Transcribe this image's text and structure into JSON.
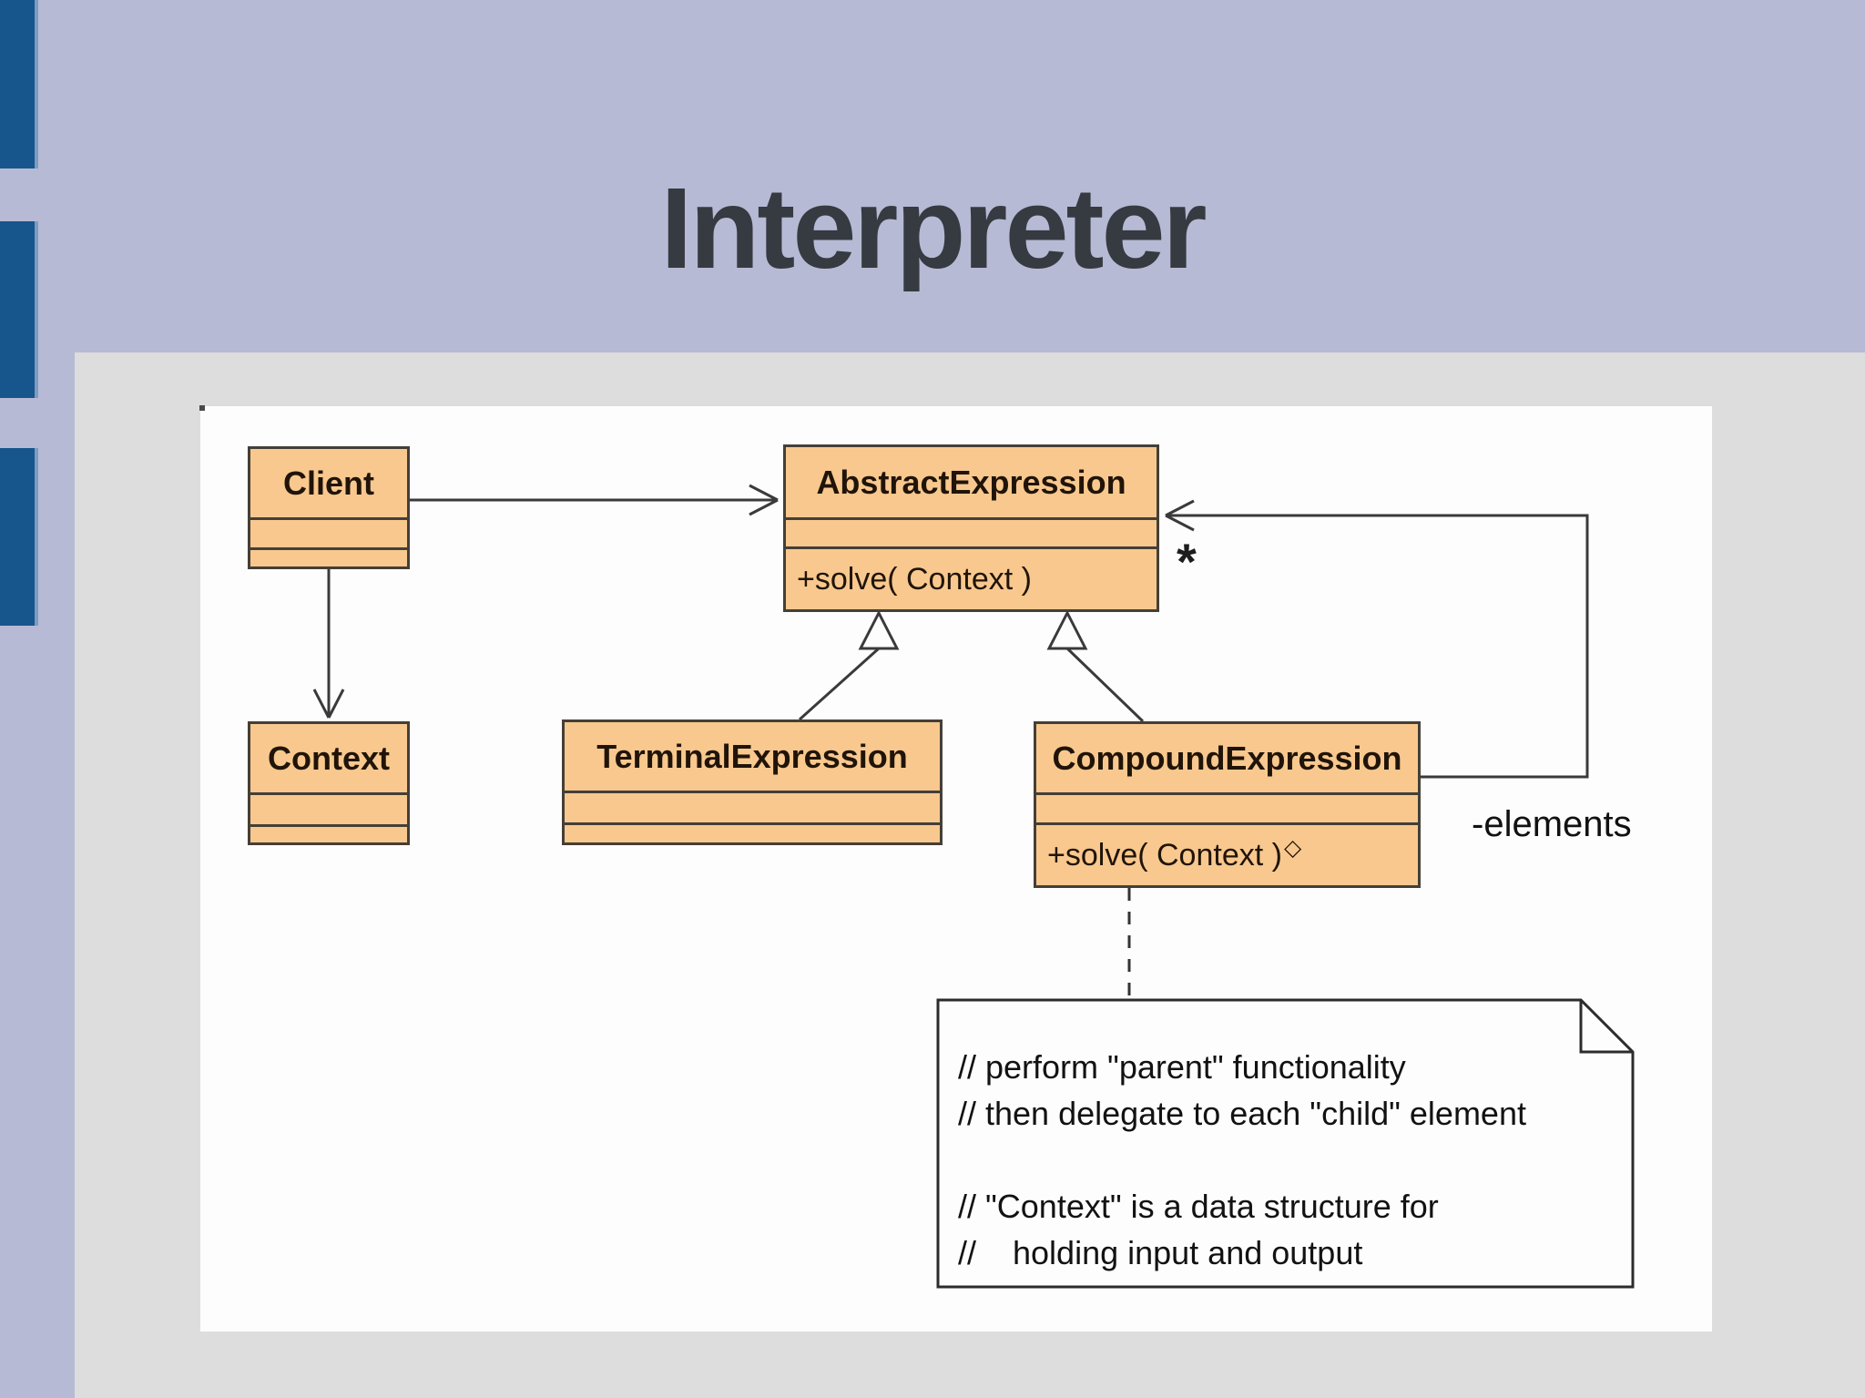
{
  "slide": {
    "title": "Interpreter"
  },
  "diagram": {
    "classes": {
      "client": {
        "name": "Client",
        "attributes": "",
        "methods": ""
      },
      "abstract_expression": {
        "name": "AbstractExpression",
        "attributes": "",
        "methods": "+solve( Context )"
      },
      "context": {
        "name": "Context",
        "attributes": "",
        "methods": ""
      },
      "terminal_expression": {
        "name": "TerminalExpression",
        "attributes": "",
        "methods": ""
      },
      "compound_expression": {
        "name": "CompoundExpression",
        "attributes": "",
        "methods": "+solve( Context )",
        "method_suffix": "◇"
      }
    },
    "labels": {
      "multiplicity_star": "*",
      "elements_role": "-elements"
    },
    "note": {
      "lines": [
        "// perform \"parent\" functionality",
        "// then delegate to each \"child\" element",
        "",
        "// \"Context\" is a data structure for",
        "//    holding input and output"
      ]
    },
    "colors": {
      "class_fill": "#f8c88e",
      "class_border": "#443f38",
      "connector_line": "#3a3a3a",
      "accent_blue": "#16568c",
      "background_lavender": "#b7bad4",
      "panel_gray": "#dddddd",
      "title_color": "#363a41"
    }
  }
}
